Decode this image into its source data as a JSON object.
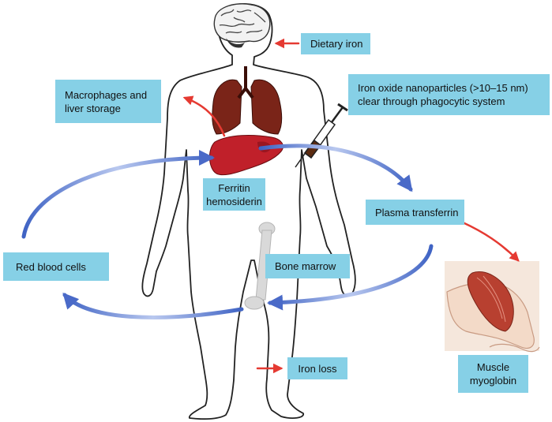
{
  "labels": {
    "dietary_iron": "Dietary iron",
    "macrophages": "Macrophages and liver storage",
    "nanoparticles": "Iron oxide nanoparticles (>10–15 nm) clear through phagocytic system",
    "ferritin": "Ferritin hemosiderin",
    "plasma_transferrin": "Plasma transferrin",
    "red_blood_cells": "Red blood cells",
    "bone_marrow": "Bone marrow",
    "muscle": "Muscle myoglobin",
    "iron_loss": "Iron loss"
  },
  "colors": {
    "label_fill": "#86d0e6",
    "cycle_arrow": "#5f7fd0",
    "red_arrow": "#e53a32",
    "lung": "#7a2418",
    "liver": "#c0202a",
    "bone": "#d9d9d9",
    "muscle_fill": "#f3dac8"
  }
}
